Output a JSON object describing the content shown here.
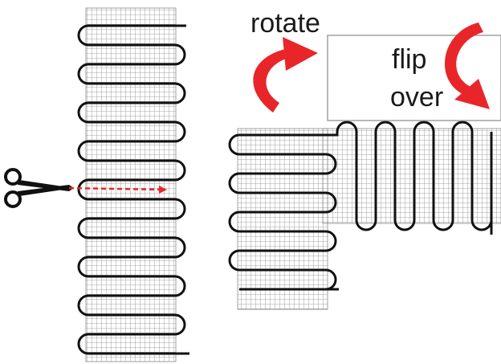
{
  "labels": {
    "rotate": "rotate",
    "flip_line1": "flip",
    "flip_line2": "over"
  },
  "icons": {
    "cut_tool": "scissors-icon",
    "rotate_arrow": "curved-arrow-icon",
    "flip_arrow": "curved-arrow-icon",
    "cut_direction": "dashed-arrow-icon"
  },
  "colors": {
    "mesh_line": "#8a8a8a",
    "heating_wire": "#111111",
    "arrow_red": "#e8262a",
    "text": "#1a1a1a",
    "box_border": "#a0a0a0"
  }
}
